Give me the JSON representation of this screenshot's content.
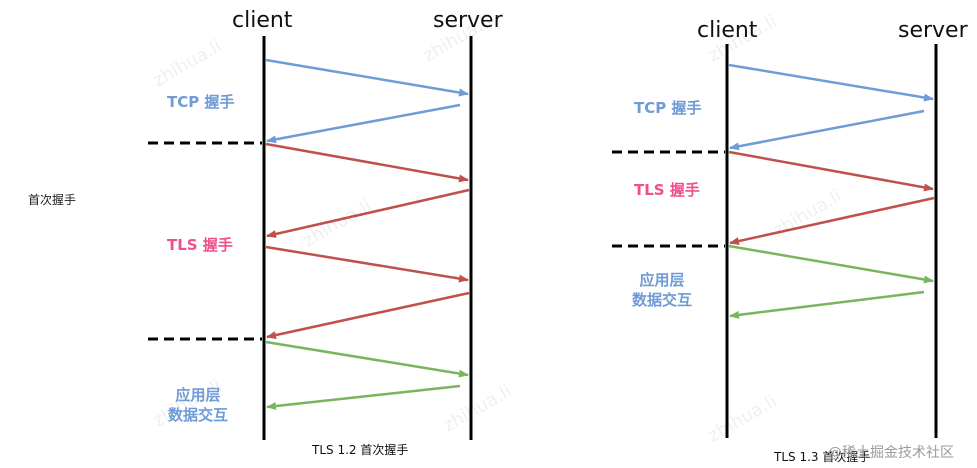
{
  "diagram": {
    "left": {
      "client_label": "client",
      "server_label": "server",
      "tcp_label": "TCP 握手",
      "tls_label": "TLS 握手",
      "app_label_line1": "应用层",
      "app_label_line2": "数据交互",
      "side_label": "首次握手",
      "caption": "TLS 1.2 首次握手"
    },
    "right": {
      "client_label": "client",
      "server_label": "server",
      "tcp_label": "TCP 握手",
      "tls_label": "TLS 握手",
      "app_label_line1": "应用层",
      "app_label_line2": "数据交互",
      "caption": "TLS 1.3 首次握手"
    },
    "watermark": "zhihua.li",
    "brand": "@稀土掘金技术社区",
    "colors": {
      "tcp": "#6f9bd6",
      "tls": "#c0504d",
      "app": "#7ab55c",
      "tls_text": "#ef4f8c",
      "line": "#000000"
    }
  }
}
